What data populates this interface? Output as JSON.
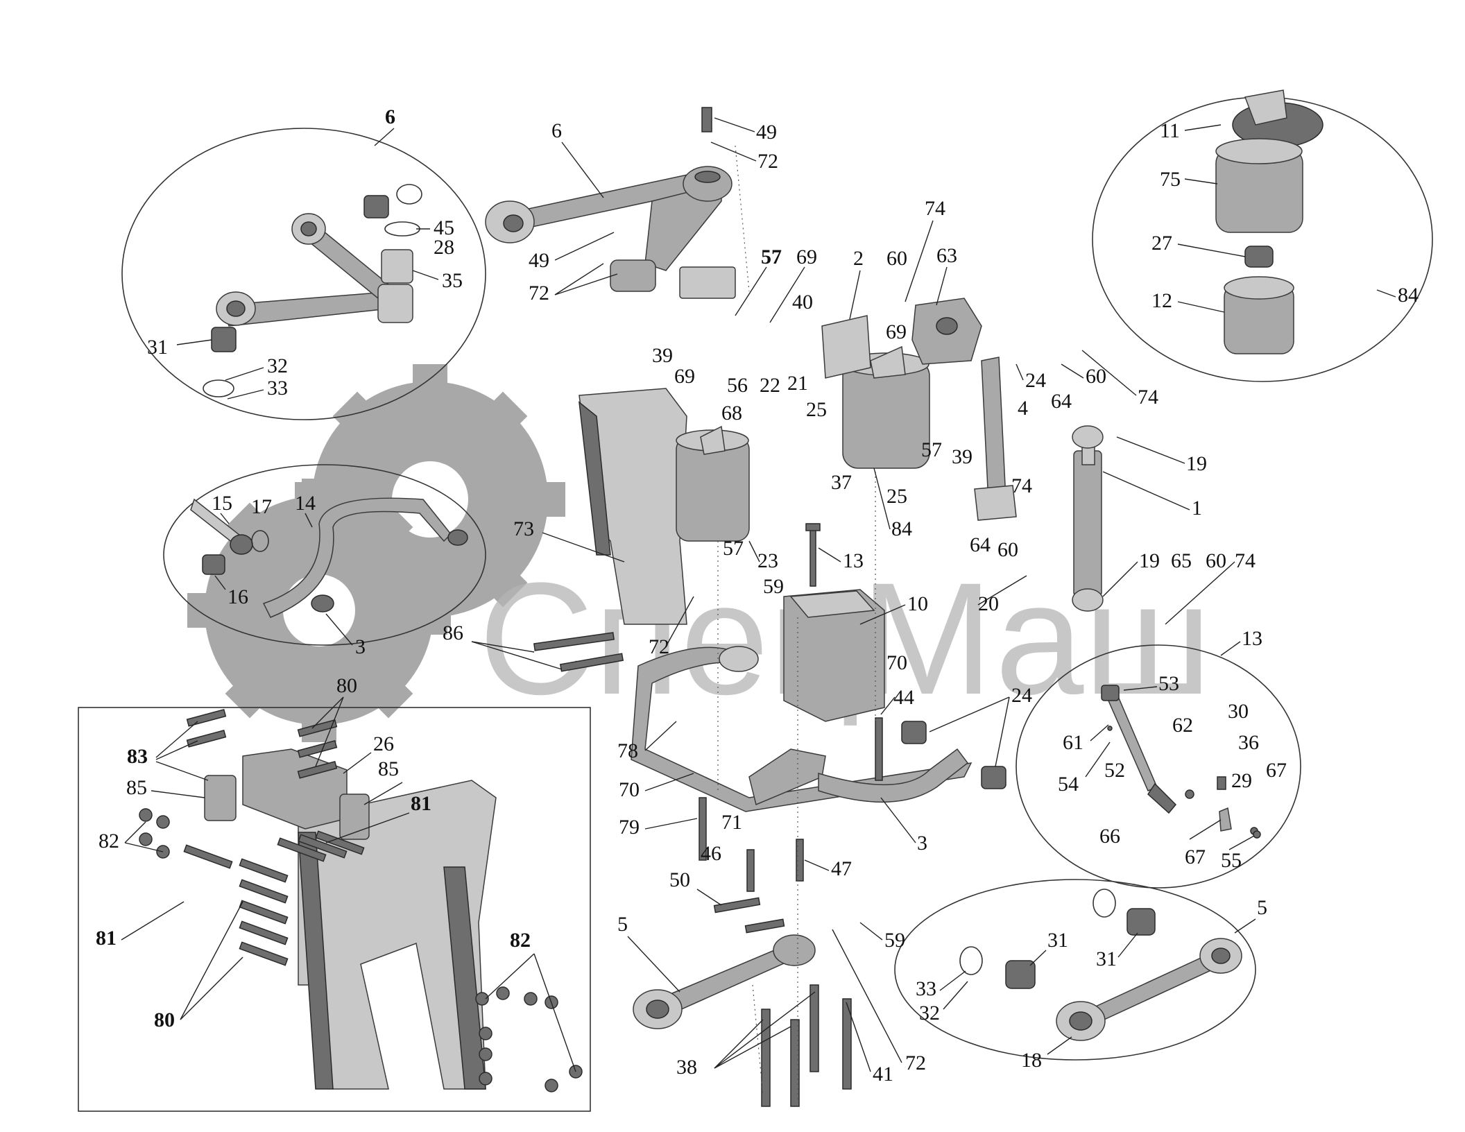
{
  "watermark": {
    "brand_text": "СпецМаш",
    "color": "#b5b5b5"
  },
  "detail_circles": {
    "left_top": {
      "title": "6",
      "labels": [
        "45",
        "28",
        "35",
        "31",
        "32",
        "33"
      ]
    },
    "right_top": {
      "labels": [
        "11",
        "75",
        "27",
        "12",
        "84"
      ]
    },
    "left_mid": {
      "labels": [
        "15",
        "17",
        "14",
        "16",
        "3"
      ]
    },
    "right_mid": {
      "labels": [
        "13",
        "53",
        "61",
        "30",
        "62",
        "36",
        "54",
        "52",
        "29",
        "67",
        "66",
        "67",
        "55"
      ]
    },
    "right_bottom": {
      "labels": [
        "5",
        "31",
        "31",
        "33",
        "32",
        "18"
      ]
    }
  },
  "detail_box": {
    "labels": [
      "80",
      "83",
      "26",
      "85",
      "85",
      "81",
      "82",
      "81",
      "82",
      "80"
    ]
  },
  "main_labels": [
    "49",
    "72",
    "6",
    "49",
    "72",
    "57",
    "69",
    "74",
    "63",
    "60",
    "2",
    "40",
    "69",
    "21",
    "24",
    "60",
    "64",
    "74",
    "39",
    "69",
    "56",
    "22",
    "68",
    "25",
    "4",
    "39",
    "57",
    "19",
    "1",
    "73",
    "37",
    "25",
    "84",
    "74",
    "23",
    "57",
    "13",
    "64",
    "60",
    "19",
    "65",
    "60",
    "74",
    "59",
    "10",
    "20",
    "86",
    "72",
    "70",
    "44",
    "24",
    "78",
    "70",
    "79",
    "71",
    "3",
    "46",
    "47",
    "50",
    "5",
    "59",
    "38",
    "41",
    "72"
  ]
}
